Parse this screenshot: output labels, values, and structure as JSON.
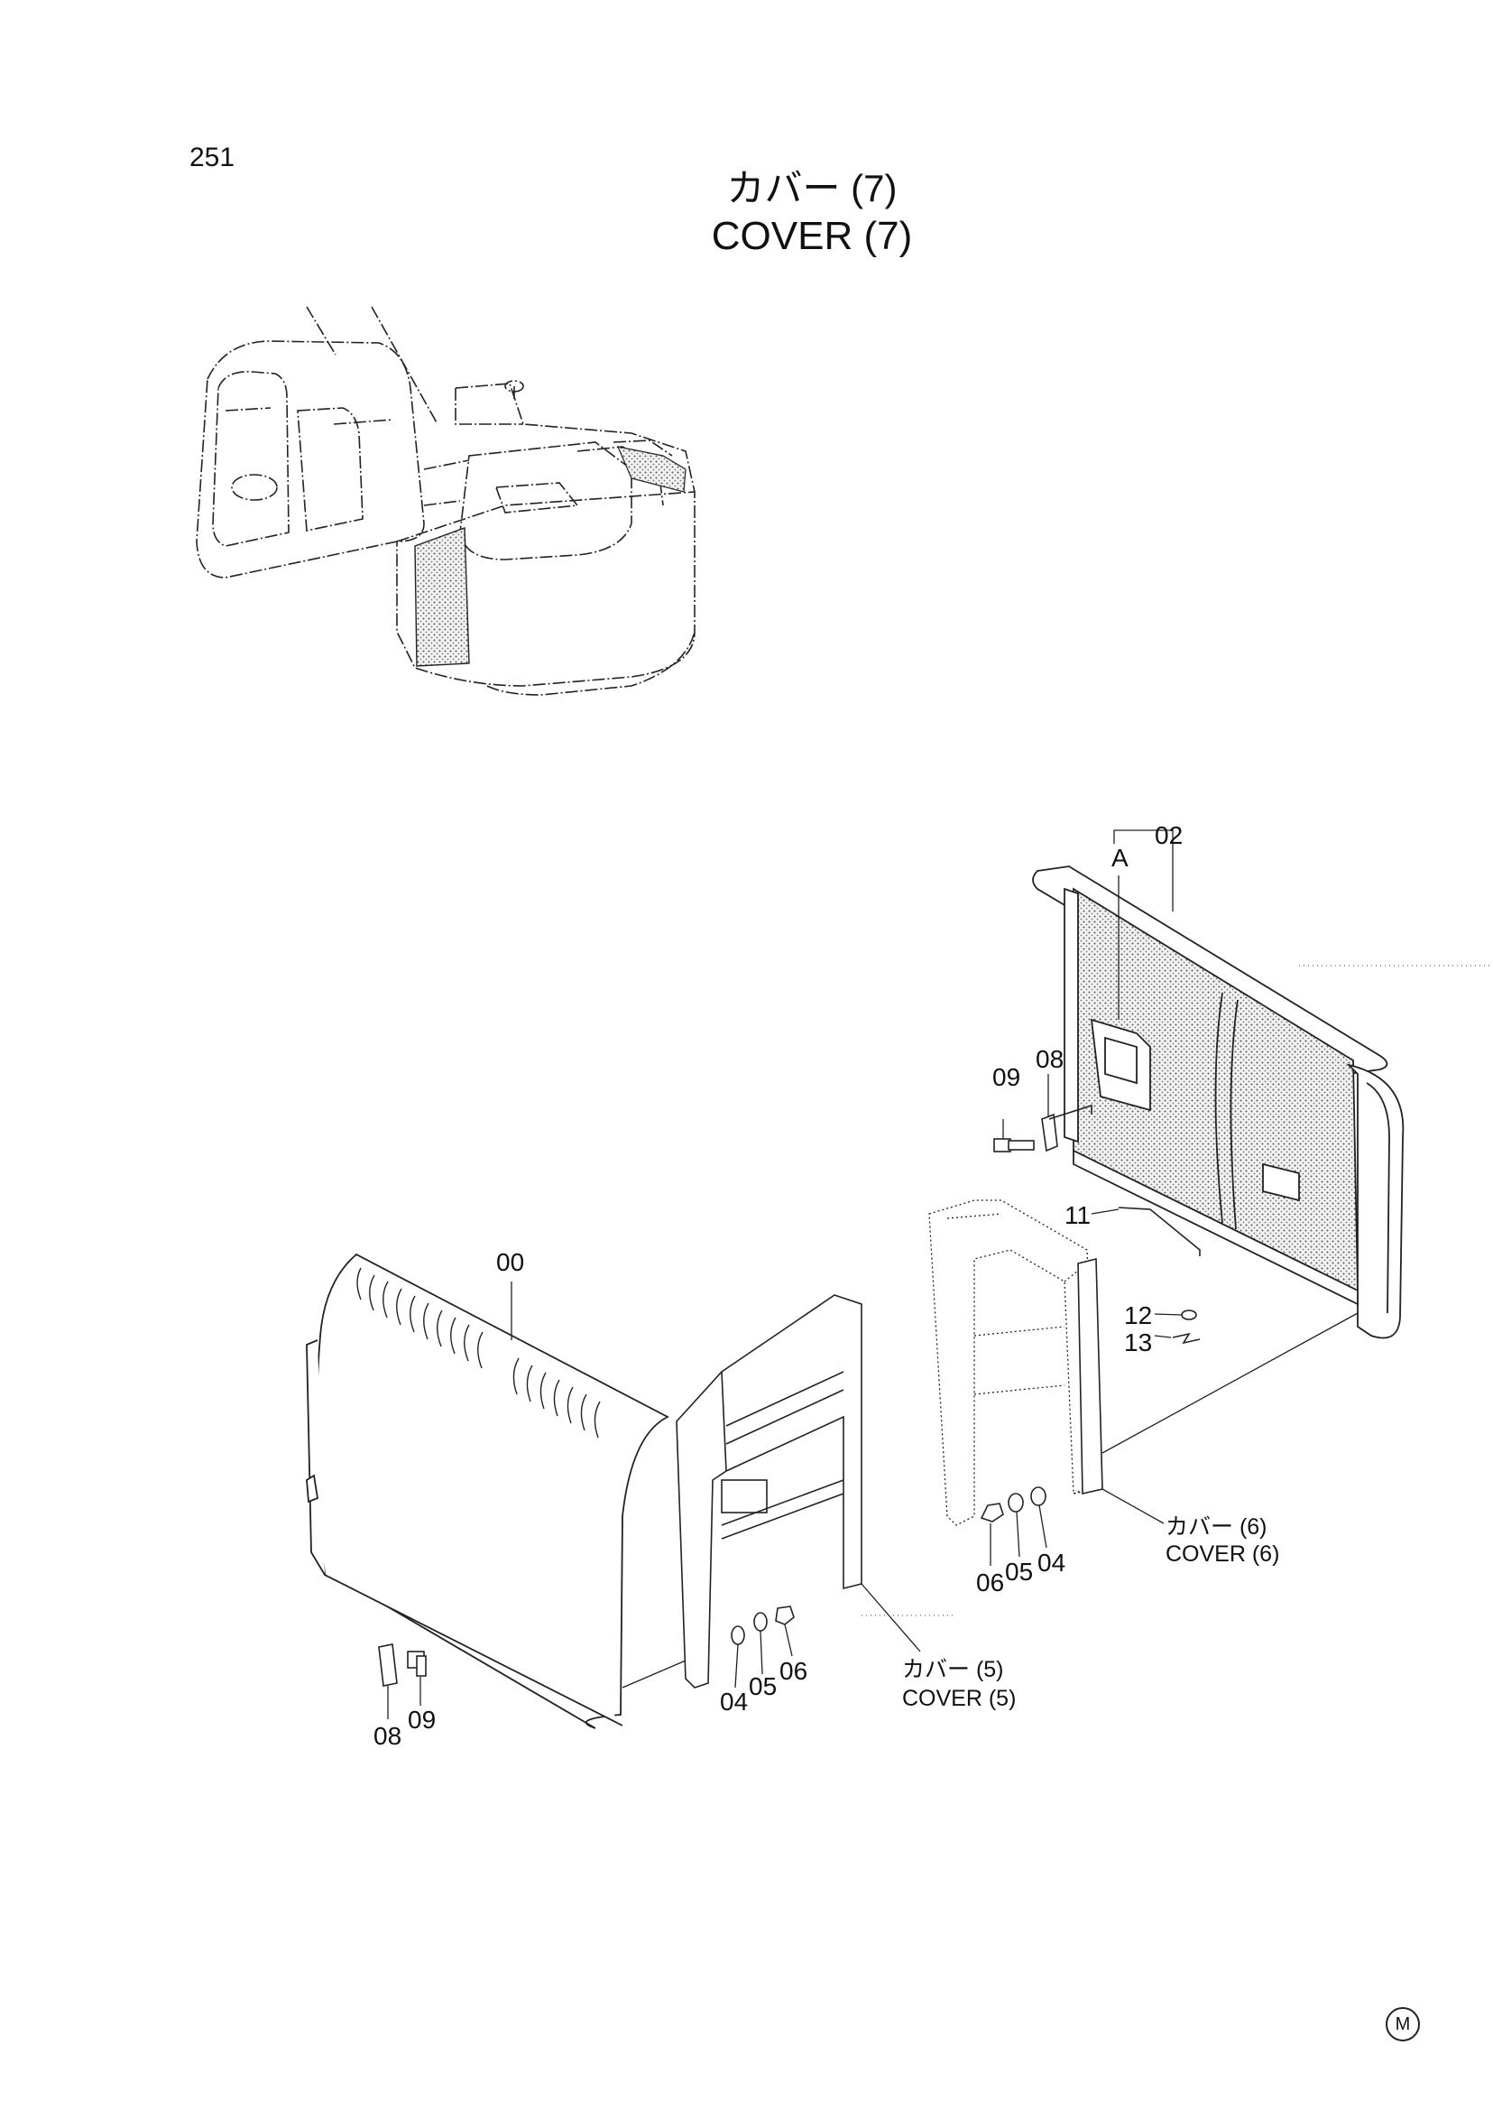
{
  "page_number": "251",
  "title": {
    "jp": "カバー (7)",
    "en": "COVER (7)"
  },
  "callouts": {
    "c00": "00",
    "c02": "02",
    "cA": "A",
    "c08_right": "08",
    "c09_right": "09",
    "c11": "11",
    "c12": "12",
    "c13": "13",
    "c04_mid": "04",
    "c05_mid": "05",
    "c06_mid": "06",
    "c04_low": "04",
    "c05_low": "05",
    "c06_low": "06",
    "c08_left": "08",
    "c09_left": "09"
  },
  "references": {
    "cover6_jp": "カバー (6)",
    "cover6_en": "COVER (6)",
    "cover5_jp": "カバー (5)",
    "cover5_en": "COVER (5)"
  },
  "corner_mark": "M"
}
